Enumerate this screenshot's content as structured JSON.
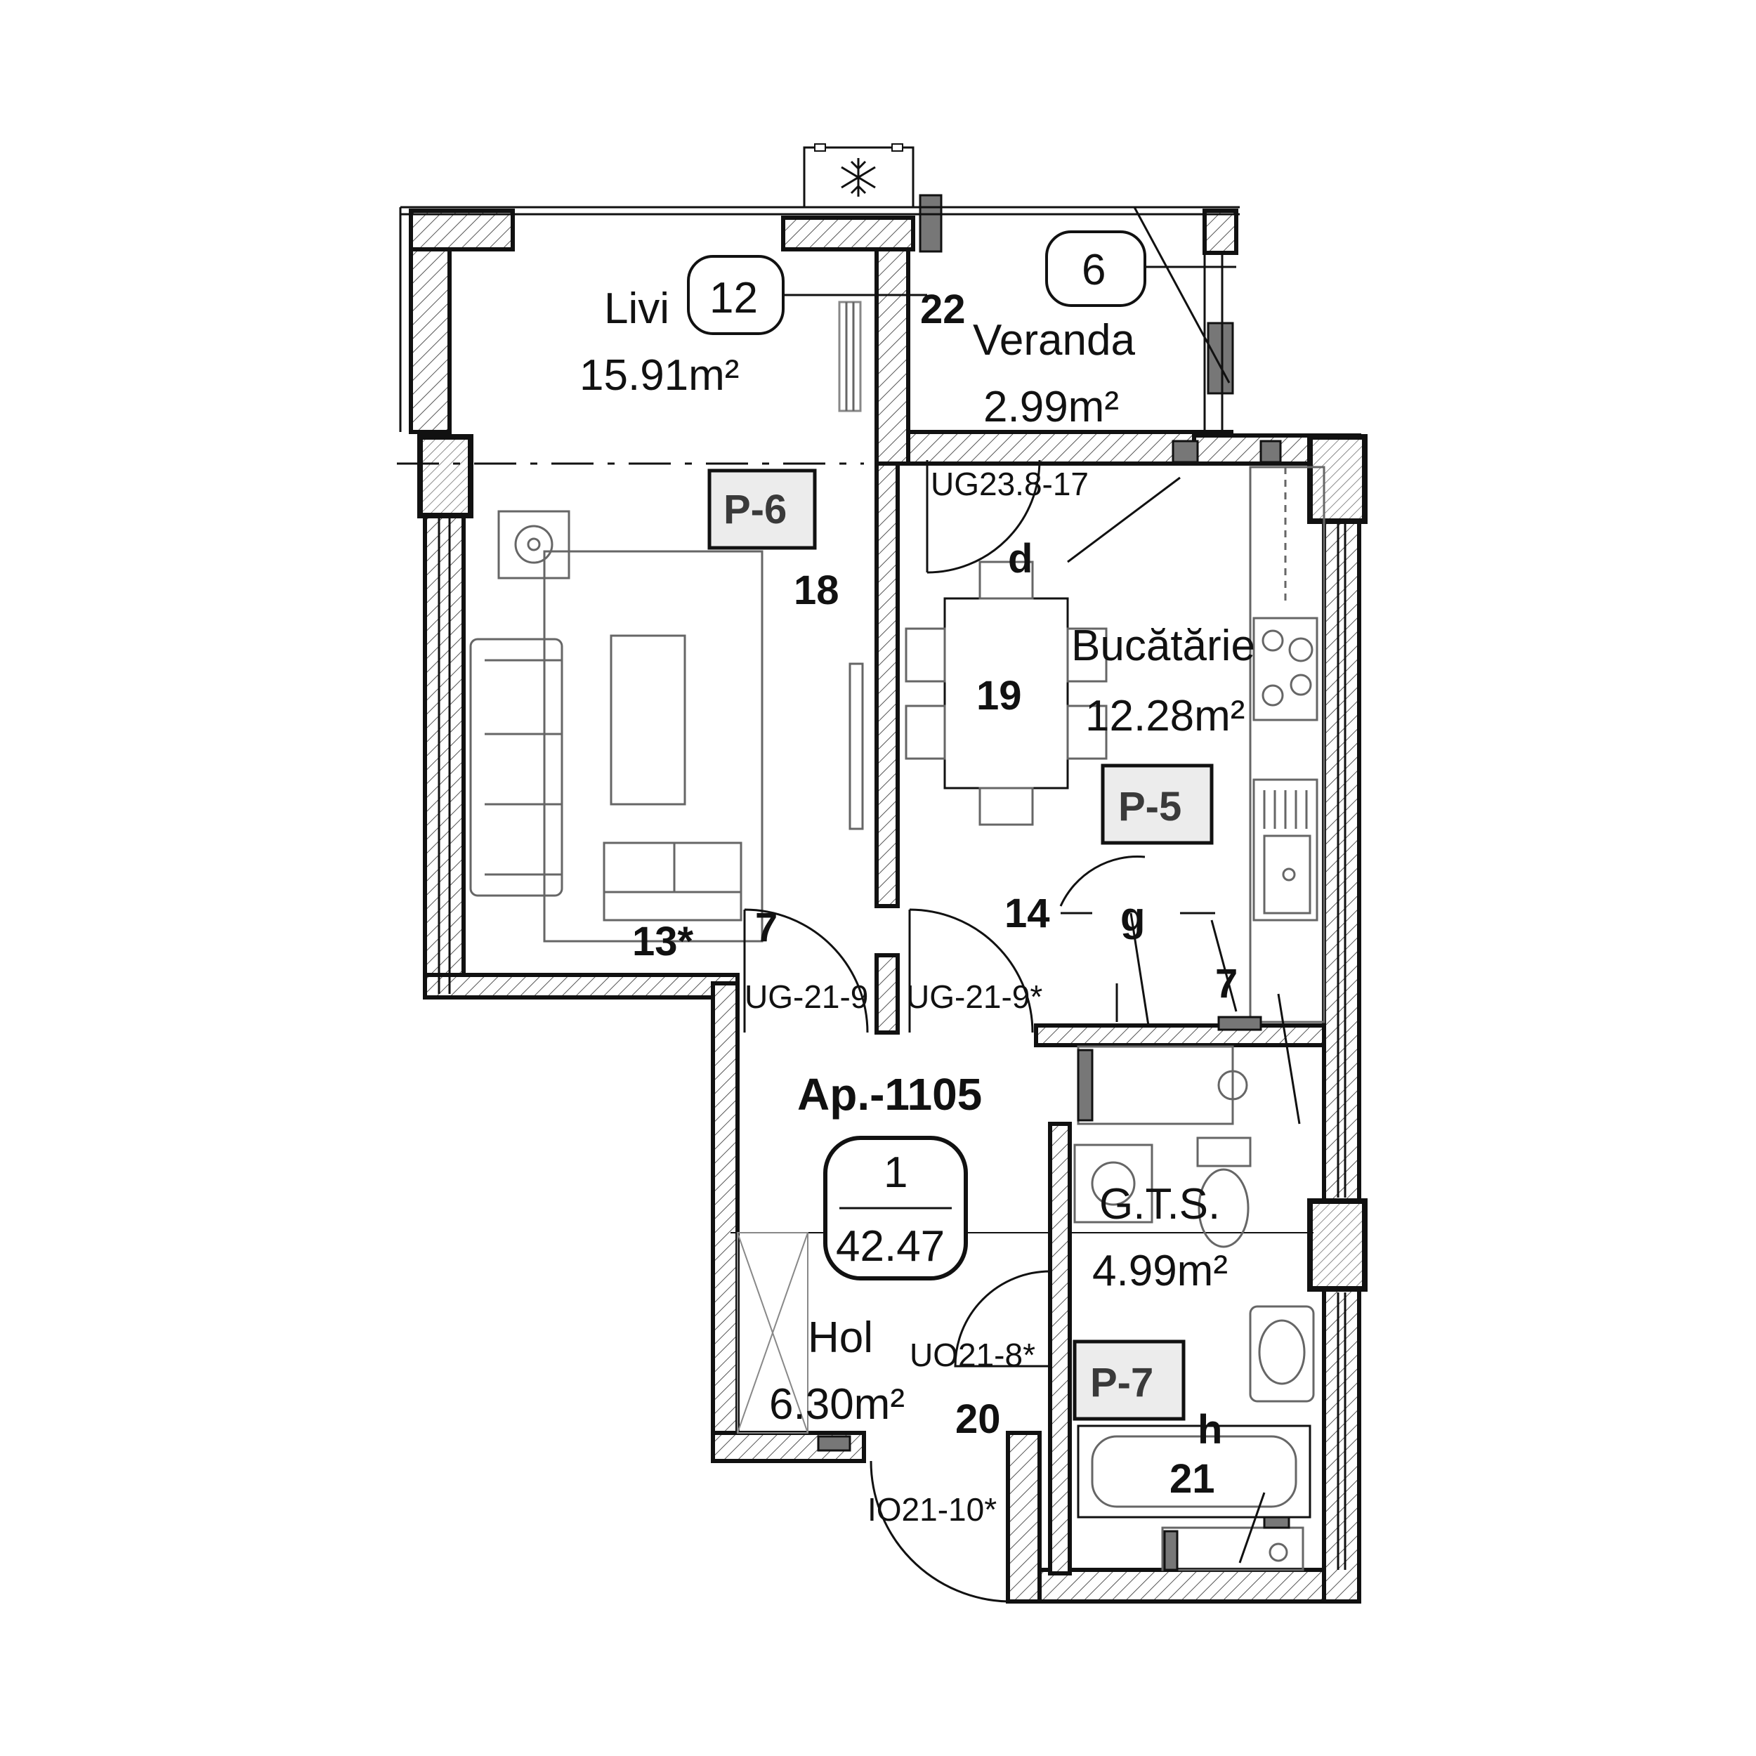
{
  "apartment": {
    "label": "Ap.-1105",
    "badge_number": "1",
    "badge_area": "42.47"
  },
  "rooms": {
    "living": {
      "name": "Livi",
      "area": "15.91m²",
      "bubble": "12"
    },
    "veranda": {
      "name": "Veranda",
      "area": "2.99m²",
      "bubble": "6"
    },
    "kitchen": {
      "name": "Bucătărie",
      "area": "12.28m²"
    },
    "hall": {
      "name": "Hol",
      "area": "6.30m²"
    },
    "bathroom": {
      "name": "G.T.S.",
      "area": "4.99m²"
    }
  },
  "tags": {
    "p6": "P-6",
    "p5": "P-5",
    "p7": "P-7"
  },
  "door_codes": {
    "ug23": "UG23.8-17",
    "ug21_left": "UG-21-9",
    "ug21_right": "UG-21-9*",
    "uo21": "UO21-8*",
    "io21": "IO21-10*"
  },
  "markers": {
    "n22": "22",
    "n18": "18",
    "n19": "19",
    "n14": "14",
    "n7a": "7",
    "n7b": "7",
    "n13": "13*",
    "n20": "20",
    "n21": "21",
    "d": "d",
    "g": "g",
    "h": "h"
  },
  "icons": {
    "ac_unit": "snowflake-icon",
    "stove": "cooktop-icon",
    "sink": "sink-icon",
    "washbasin": "washbasin-icon",
    "bathtub": "bathtub-icon"
  },
  "colors": {
    "wall": "#111111",
    "hatch": "#555555",
    "tag_fill": "#ececec",
    "column_fill": "#777777"
  }
}
